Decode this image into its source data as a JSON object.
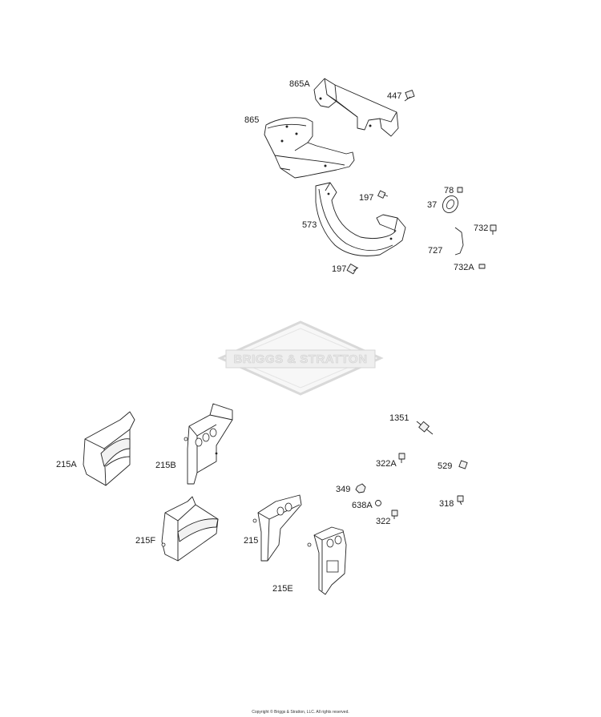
{
  "watermark": {
    "brand": "BRIGGS & STRATTON"
  },
  "copyright": "Copyright © Briggs & Stratton, LLC. All rights reserved.",
  "labels": {
    "p865A": "865A",
    "p447": "447",
    "p865": "865",
    "p197a": "197",
    "p78": "78",
    "p37": "37",
    "p573": "573",
    "p732": "732",
    "p727": "727",
    "p732A": "732A",
    "p197b": "197",
    "p1351": "1351",
    "p322A": "322A",
    "p529": "529",
    "p215A": "215A",
    "p215B": "215B",
    "p349": "349",
    "p638A": "638A",
    "p318": "318",
    "p322": "322",
    "p215F": "215F",
    "p215": "215",
    "p215E": "215E"
  }
}
